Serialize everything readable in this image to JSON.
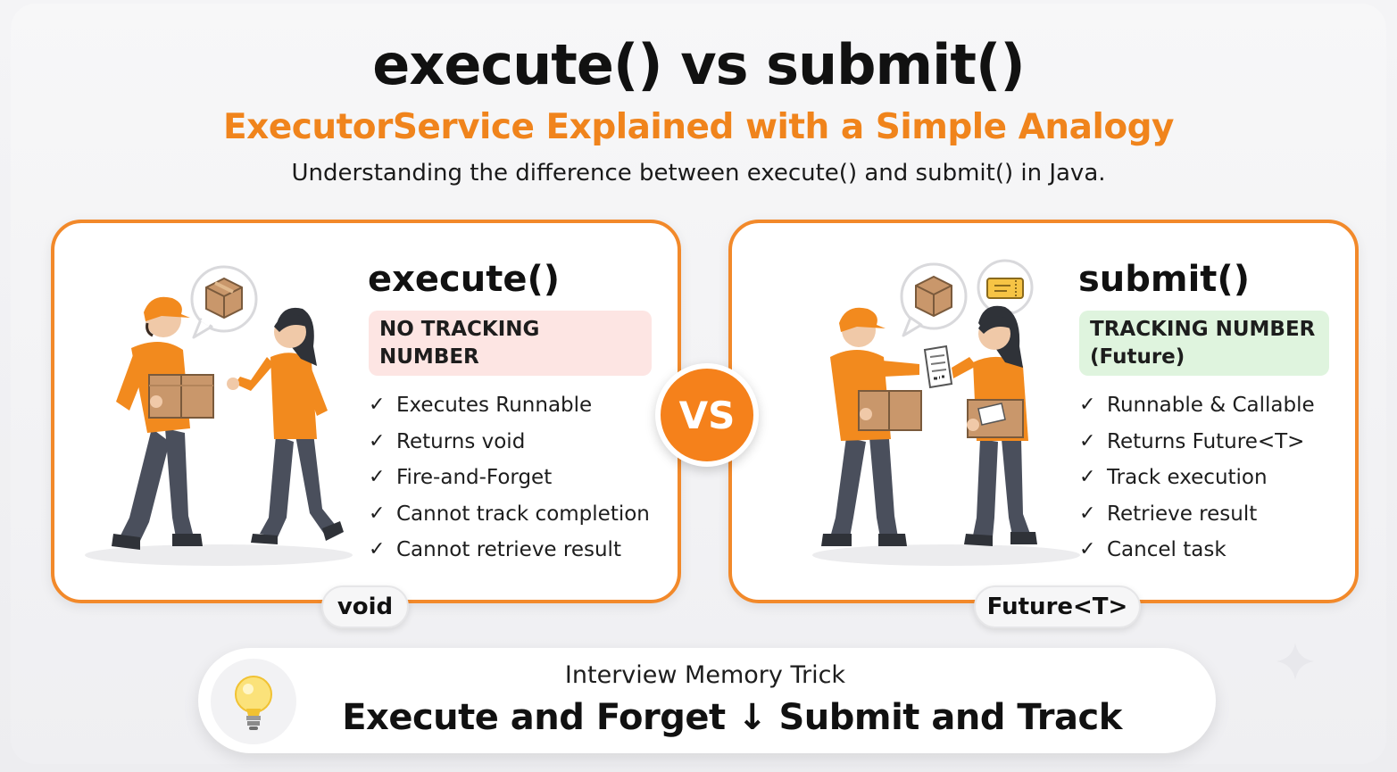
{
  "header": {
    "title": "execute() vs submit()",
    "subtitle": "ExecutorService Explained with a Simple Analogy",
    "tagline": "Understanding the difference between execute() and submit() in Java."
  },
  "execute_card": {
    "title": "execute()",
    "badge": "NO TRACKING NUMBER",
    "features": [
      "Executes Runnable",
      "Returns void",
      "Fire-and-Forget",
      "Cannot track completion",
      "Cannot retrieve result"
    ],
    "return_type": "void",
    "illustration_icons": [
      "package-icon",
      "speech-bubble-icon"
    ]
  },
  "submit_card": {
    "title": "submit()",
    "badge": "TRACKING NUMBER (Future)",
    "features": [
      "Runnable & Callable",
      "Returns Future<T>",
      "Track execution",
      "Retrieve result",
      "Cancel task"
    ],
    "return_type": "Future<T>",
    "illustration_icons": [
      "package-icon",
      "ticket-icon",
      "receipt-icon"
    ]
  },
  "vs_label": "VS",
  "memory_trick": {
    "label": "Interview Memory Trick",
    "text": "Execute and Forget ↓ Submit and Track",
    "icon": "lightbulb-icon"
  },
  "colors": {
    "accent": "#f0841c",
    "card_border": "#f2892a",
    "badge_red": "#fde5e3",
    "badge_green": "#dff4de",
    "pants": "#4a4f5c",
    "box": "#c9976b"
  }
}
